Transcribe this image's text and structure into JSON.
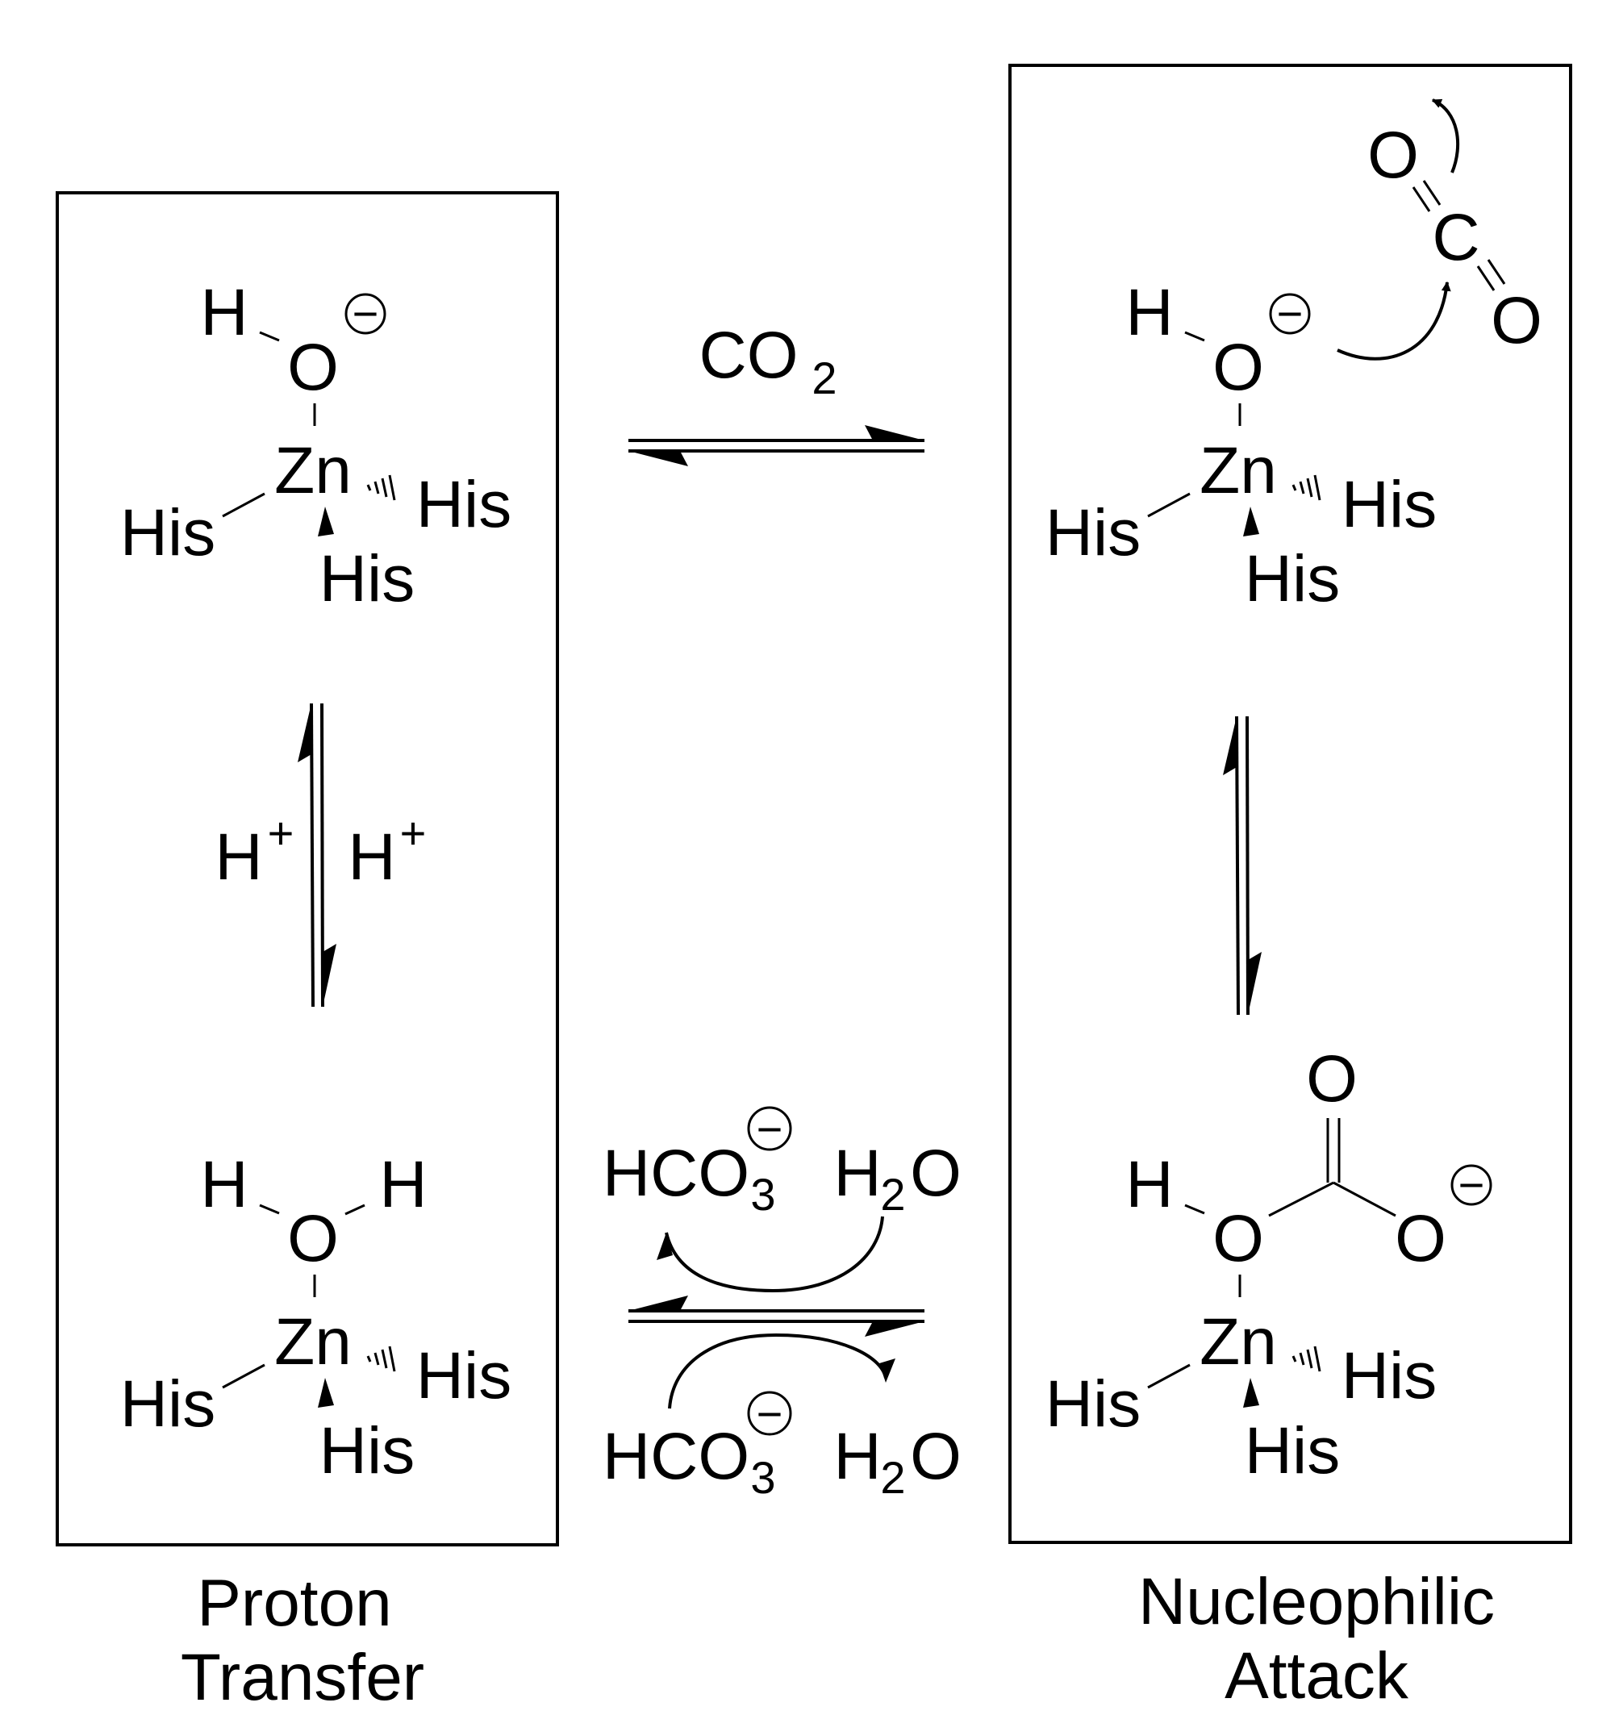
{
  "colors": {
    "ink": "#000000",
    "background": "#ffffff"
  },
  "atoms": {
    "h": "H",
    "o": "O",
    "zn": "Zn",
    "his": "His",
    "c": "C",
    "hco": "HCO",
    "three": "3",
    "two": "2",
    "plus": "+",
    "charge_symbol": "−",
    "co2_base": "CO"
  },
  "labels": {
    "proton_transfer": [
      "Proton",
      "Transfer"
    ],
    "nucleophilic_attack": [
      "Nucleophilic",
      "Attack"
    ],
    "left_arrow_labels": [
      "H",
      "H"
    ]
  }
}
